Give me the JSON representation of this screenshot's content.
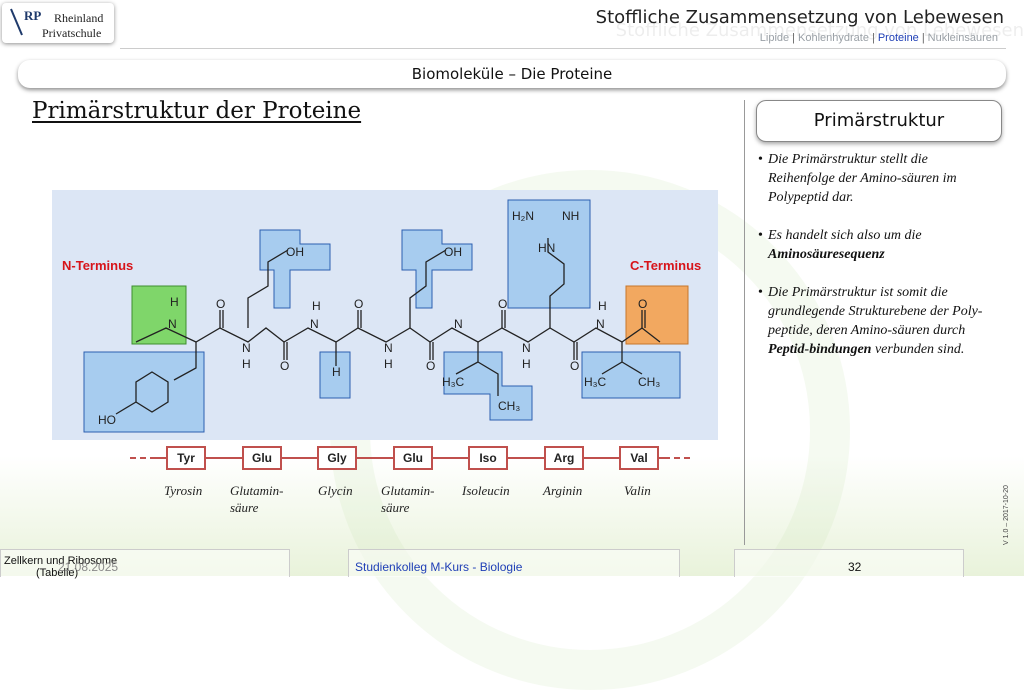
{
  "logo": {
    "mark": "RP",
    "line1": "Rheinland",
    "line2": "Privatschule"
  },
  "header": {
    "title": "Stoffliche Zusammensetzung von Lebewesen",
    "nav": [
      {
        "label": "Lipide",
        "active": false
      },
      {
        "label": "Kohlenhydrate",
        "active": false
      },
      {
        "label": "Proteine",
        "active": true
      },
      {
        "label": "Nukleinsäuren",
        "active": false
      }
    ]
  },
  "section_title": "Biomoleküle – Die Proteine",
  "page_title": "Primärstruktur der Proteine",
  "diagram": {
    "n_terminus": "N-Terminus",
    "c_terminus": "C-Terminus",
    "atoms": {
      "H": "H",
      "N": "N",
      "O": "O",
      "OH": "OH",
      "HO": "HO",
      "H2N": "H₂N",
      "NH": "NH",
      "HN": "HN",
      "H3C": "H₃C",
      "CH3": "CH₃"
    }
  },
  "chain": [
    {
      "code": "Tyr",
      "name": "Tyrosin"
    },
    {
      "code": "Glu",
      "name": "Glutamin-\nsäure"
    },
    {
      "code": "Gly",
      "name": "Glycin"
    },
    {
      "code": "Glu",
      "name": "Glutamin-\nsäure"
    },
    {
      "code": "Iso",
      "name": "Isoleucin"
    },
    {
      "code": "Arg",
      "name": "Arginin"
    },
    {
      "code": "Val",
      "name": "Valin"
    }
  ],
  "panel": {
    "heading": "Primärstruktur",
    "bullet1": "Die Primärstruktur stellt die Reihenfolge der Amino-säuren im Polypeptid dar.",
    "bullet2_pre": "Es handelt sich also um die ",
    "bullet2_bold": "Aminosäuresequenz",
    "bullet3_pre": "Die Primärstruktur ist somit die grundlegende Strukturebene der Poly-peptide, deren Amino-säuren durch ",
    "bullet3_bold": "Peptid-bindungen",
    "bullet3_post": " verbunden sind."
  },
  "footer": {
    "left": "Zellkern und Ribosome",
    "left2": "(Tabelle)",
    "date": "21.08.2025",
    "center": "Studienkolleg M-Kurs - Biologie",
    "page": "32",
    "version": "V 1.0 – 2017-10-20"
  },
  "colors": {
    "accent_red": "#d7141a",
    "nav_active": "#1f3fb6",
    "side_chain": "#a7ccef",
    "n_box": "#7fd66a",
    "c_box": "#f2a860",
    "chain_box": "#c0504d"
  }
}
